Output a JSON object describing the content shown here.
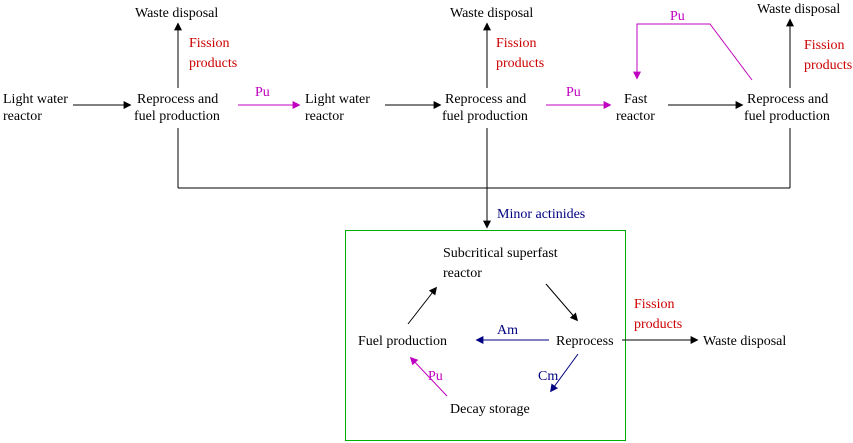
{
  "title": "Nuclear fuel cycle diagram",
  "colors": {
    "text": "#000000",
    "fission_products": "#cc0000",
    "plutonium": "#c000c0",
    "minor_actinides": "#000080",
    "subcritical_box_border": "#00b000",
    "background": "#ffffff"
  },
  "main_cycle": {
    "light_water_reactor": {
      "line1": "Light water",
      "line2": "reactor"
    },
    "reprocess_fuel": {
      "line1": "Reprocess and",
      "line2": "fuel production"
    },
    "fast_reactor": {
      "line1": "Fast",
      "line2": "reactor"
    },
    "waste_disposal": "Waste disposal",
    "fission_products": {
      "line1": "Fission",
      "line2": "products"
    },
    "pu": "Pu",
    "minor_actinides": "Minor actinides"
  },
  "subcritical_cycle": {
    "reactor": {
      "line1": "Subcritical superfast",
      "line2": "reactor"
    },
    "fuel_production": "Fuel production",
    "reprocess": "Reprocess",
    "decay_storage": "Decay storage",
    "waste_disposal": "Waste disposal",
    "fission_products": {
      "line1": "Fission",
      "line2": "products"
    },
    "am": "Am",
    "cm": "Cm",
    "pu": "Pu"
  }
}
